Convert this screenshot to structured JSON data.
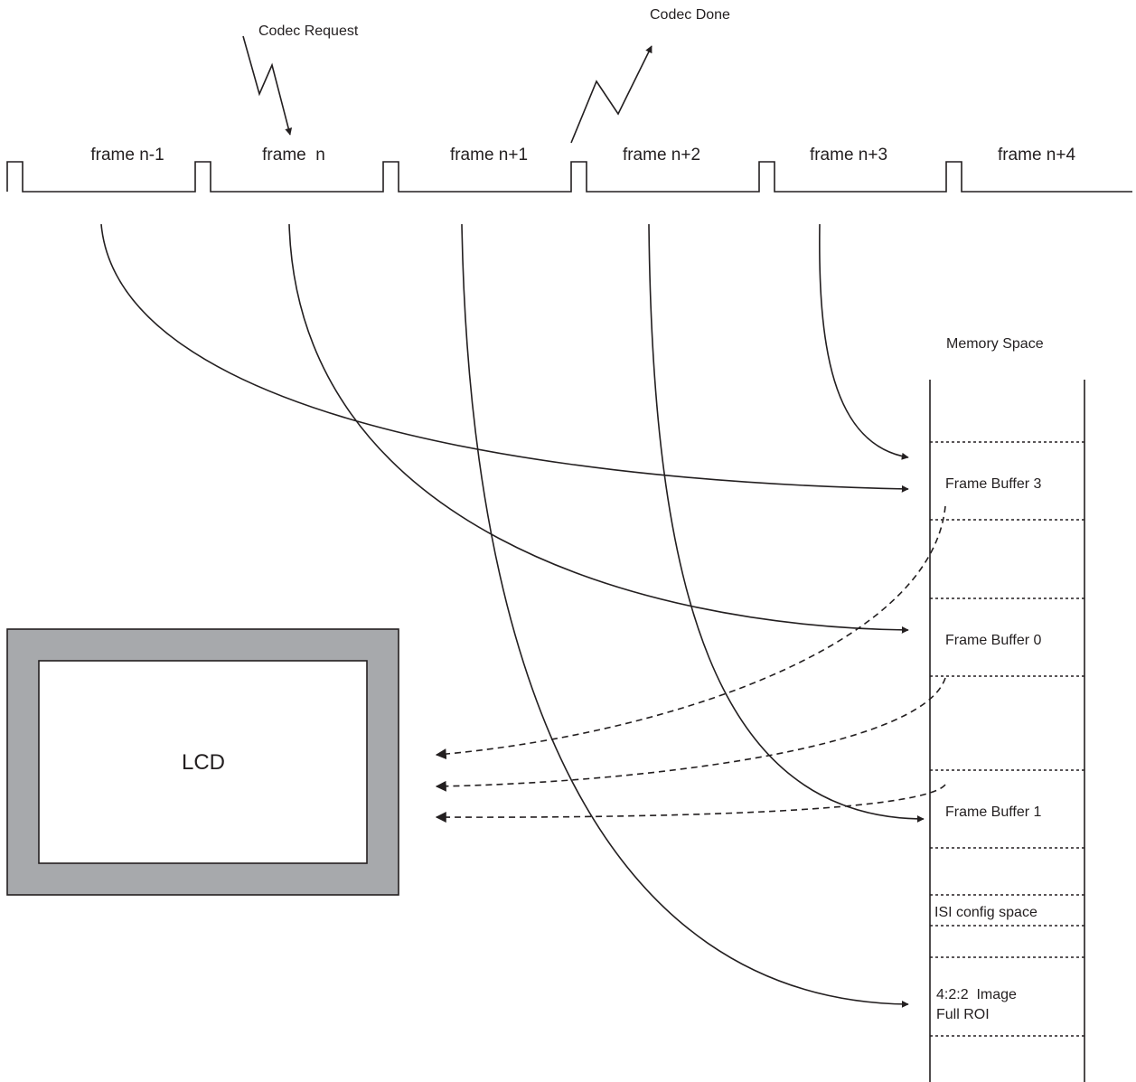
{
  "annotations": {
    "codec_request": "Codec Request",
    "codec_done": "Codec Done"
  },
  "frames": [
    "frame n-1",
    "frame  n",
    "frame n+1",
    "frame n+2",
    "frame n+3",
    "frame n+4"
  ],
  "memory": {
    "title": "Memory Space",
    "regions": {
      "fb3": "Frame Buffer 3",
      "fb0": "Frame Buffer 0",
      "fb1": "Frame Buffer 1",
      "isi": "ISI config space",
      "img_line1": "4:2:2  Image",
      "img_line2": "Full ROI"
    }
  },
  "display": {
    "label": "LCD"
  },
  "colors": {
    "ink": "#231f20",
    "lcd_bezel": "#a7a9ac",
    "lcd_screen": "#ffffff"
  }
}
